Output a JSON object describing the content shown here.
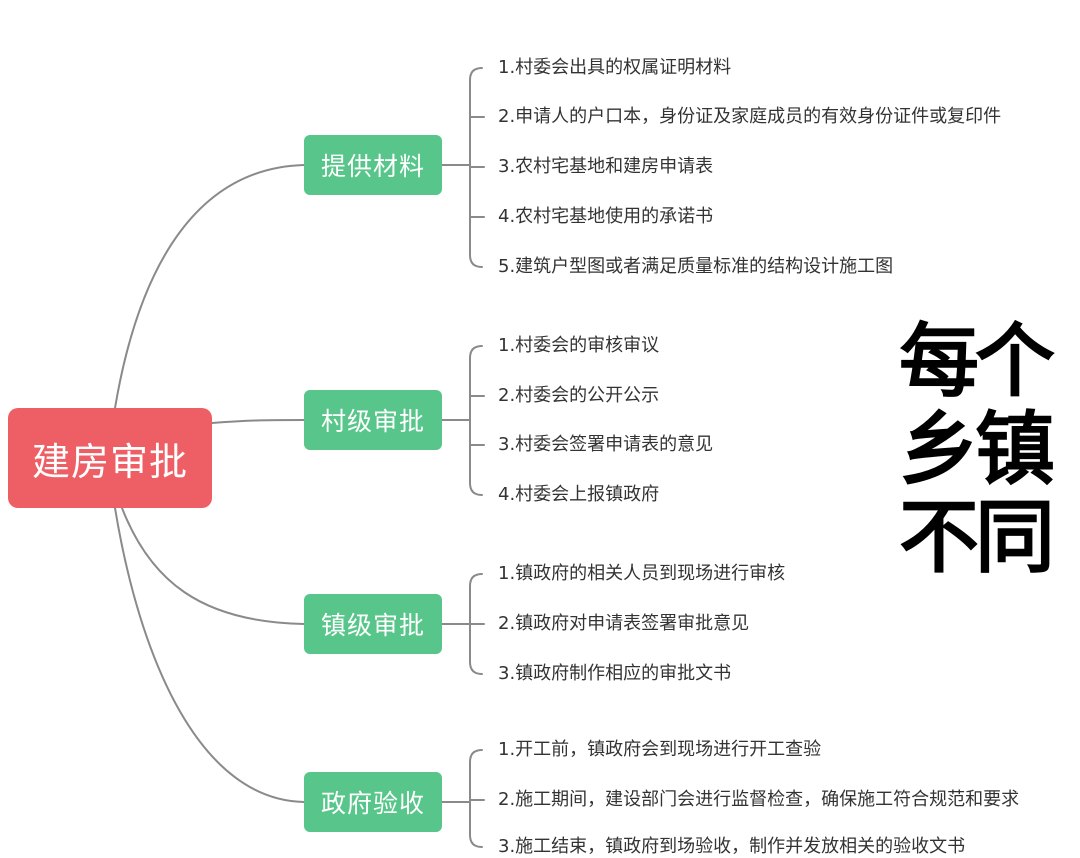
{
  "root": {
    "label": "建房审批"
  },
  "branches": [
    {
      "label": "提供材料",
      "items": [
        "1.村委会出具的权属证明材料",
        "2.申请人的户口本，身份证及家庭成员的有效身份证件或复印件",
        "3.农村宅基地和建房申请表",
        "4.农村宅基地使用的承诺书",
        "5.建筑户型图或者满足质量标准的结构设计施工图"
      ]
    },
    {
      "label": "村级审批",
      "items": [
        "1.村委会的审核审议",
        "2.村委会的公开公示",
        "3.村委会签署申请表的意见",
        "4.村委会上报镇政府"
      ]
    },
    {
      "label": "镇级审批",
      "items": [
        "1.镇政府的相关人员到现场进行审核",
        "2.镇政府对申请表签署审批意见",
        "3.镇政府制作相应的审批文书"
      ]
    },
    {
      "label": "政府验收",
      "items": [
        "1.开工前，镇政府会到现场进行开工查验",
        "2.施工期间，建设部门会进行监督检查，确保施工符合规范和要求",
        "3.施工结束，镇政府到场验收，制作并发放相关的验收文书"
      ]
    }
  ],
  "overlay": {
    "line1": "每个",
    "line2": "乡镇",
    "line3": "不同"
  },
  "colors": {
    "root": "#ee5f65",
    "branch": "#58c68a",
    "connector": "#8a8a8a",
    "leaf_text": "#333333"
  }
}
